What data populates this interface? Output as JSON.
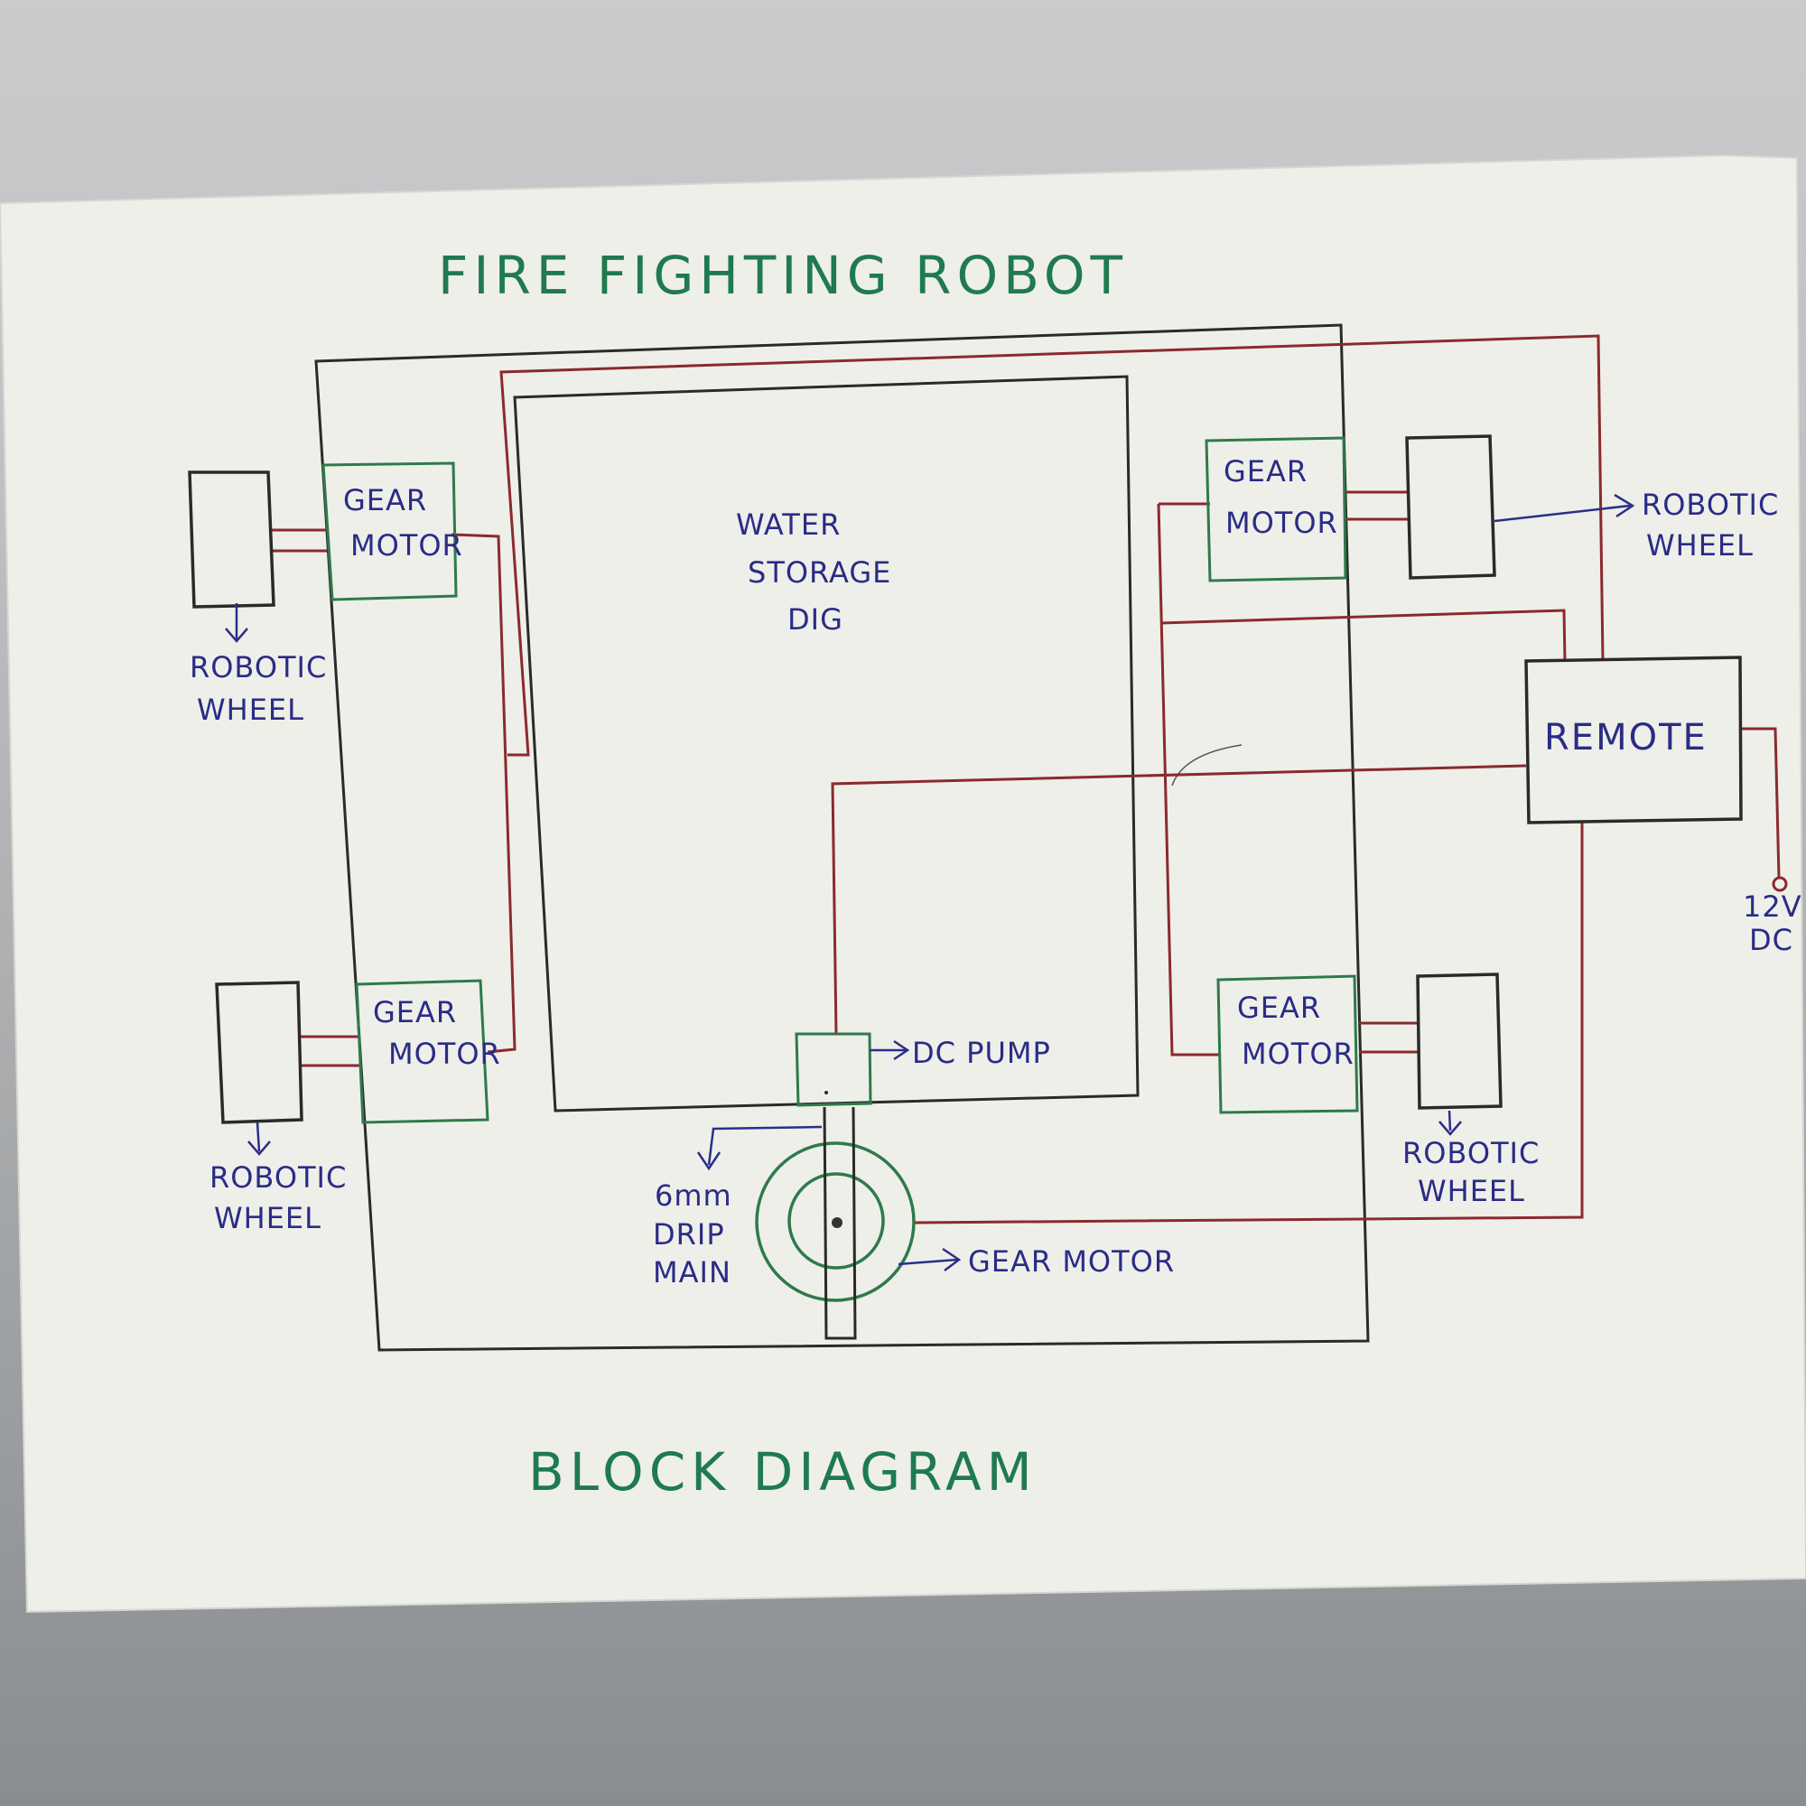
{
  "title": "FIRE FIGHTING ROBOT",
  "caption": "BLOCK DIAGRAM",
  "tank": {
    "label_lines": [
      "WATER",
      "STORAGE",
      "DIG"
    ]
  },
  "gear_motor": {
    "lines": [
      "GEAR",
      "MOTOR"
    ]
  },
  "wheel_label": {
    "lines": [
      "ROBOTIC",
      "WHEEL"
    ]
  },
  "remote": {
    "label": "REMOTE"
  },
  "power": {
    "lines": [
      "12V",
      "DC"
    ]
  },
  "pump": {
    "label": "DC PUMP"
  },
  "drip": {
    "lines": [
      "6mm",
      "DRIP",
      "MAIN"
    ]
  },
  "bottom_motor": {
    "label": "GEAR MOTOR"
  },
  "colors": {
    "ink_blue": "#2a2c86",
    "ink_green": "#1f7a4f",
    "ink_red": "#8a2a2e",
    "ink_black": "#2a2a2a",
    "paper": "#eeefe9"
  }
}
